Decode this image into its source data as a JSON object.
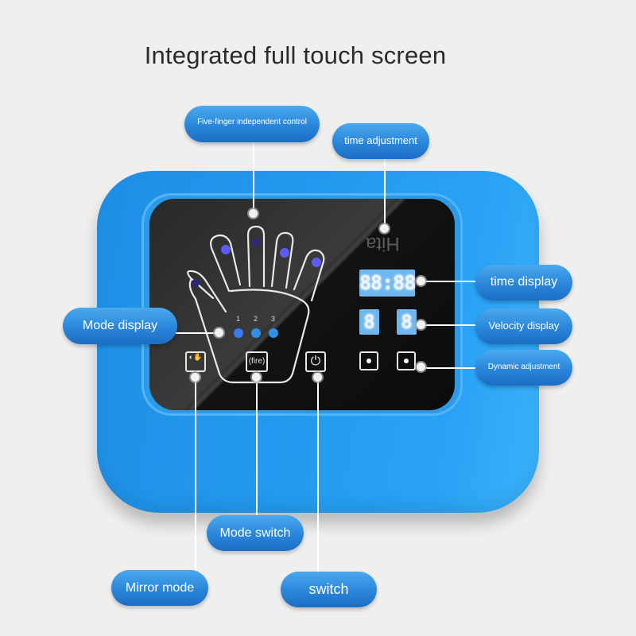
{
  "page": {
    "title": "Integrated full touch screen"
  },
  "device": {
    "brand": "Hita",
    "body_color": "#2299ee",
    "screen_color": "#151515",
    "led_color": "#6fb7ef",
    "time_display_value": "88:88",
    "velocity_display_values": [
      "8",
      "8"
    ],
    "mode_numbers": [
      "1",
      "2",
      "3"
    ],
    "mode_led_color": "#2e8fe8",
    "finger_led_color": "#5b5cf5",
    "mode_switch_icon_text": "(fire)"
  },
  "callouts": {
    "five_finger": "Five-finger independent control",
    "time_adjustment": "time adjustment",
    "time_display": "time display",
    "velocity_display": "Velocity display",
    "dynamic_adjustment": "Dynamic adjustment",
    "mode_display": "Mode display",
    "mode_switch": "Mode switch",
    "mirror_mode": "Mirror mode",
    "switch": "switch"
  },
  "colors": {
    "background": "#efefef",
    "pill_top": "#4aa9ee",
    "pill_bottom": "#1c6dc4"
  }
}
